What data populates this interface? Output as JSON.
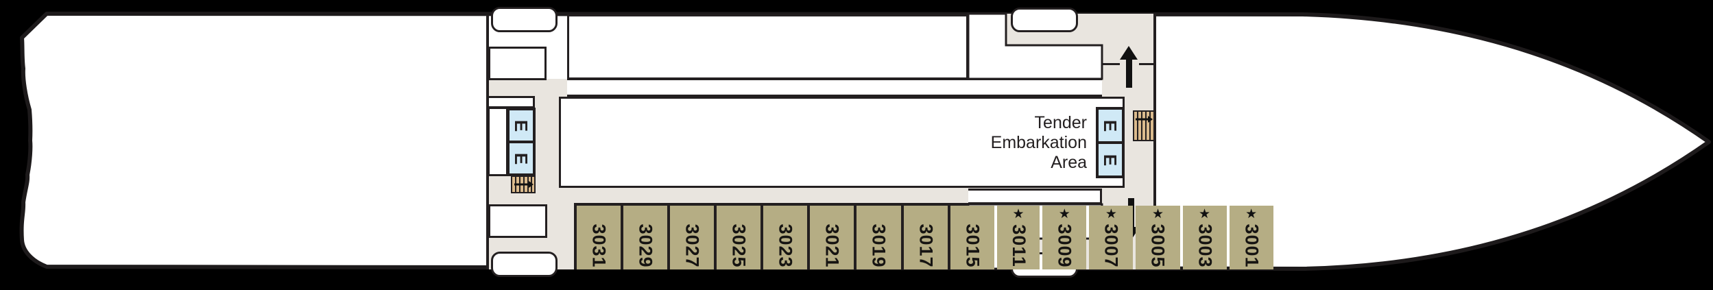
{
  "deck_plan": {
    "tender_area": {
      "line1": "Tender",
      "line2": "Embarkation",
      "line3": "Area"
    },
    "elevator": {
      "label": "E"
    },
    "cabins": {
      "items": [
        {
          "number": "3031",
          "star": ""
        },
        {
          "number": "3029",
          "star": ""
        },
        {
          "number": "3027",
          "star": ""
        },
        {
          "number": "3025",
          "star": ""
        },
        {
          "number": "3023",
          "star": ""
        },
        {
          "number": "3021",
          "star": ""
        },
        {
          "number": "3019",
          "star": ""
        },
        {
          "number": "3017",
          "star": ""
        },
        {
          "number": "3015",
          "star": ""
        },
        {
          "number": "3011",
          "star": "★"
        },
        {
          "number": "3009",
          "star": "★"
        },
        {
          "number": "3007",
          "star": "★"
        },
        {
          "number": "3005",
          "star": "★"
        },
        {
          "number": "3003",
          "star": "★"
        },
        {
          "number": "3001",
          "star": "★"
        }
      ]
    },
    "colors": {
      "background": "#000000",
      "hull": "#ffffff",
      "outline_ink": "#231f20",
      "corridor_beige": "#e9e5df",
      "cabin_olive": "#b5ad84",
      "elevator_blue": "#d0e9f6",
      "stair_tan": "#dbbb8d"
    }
  }
}
